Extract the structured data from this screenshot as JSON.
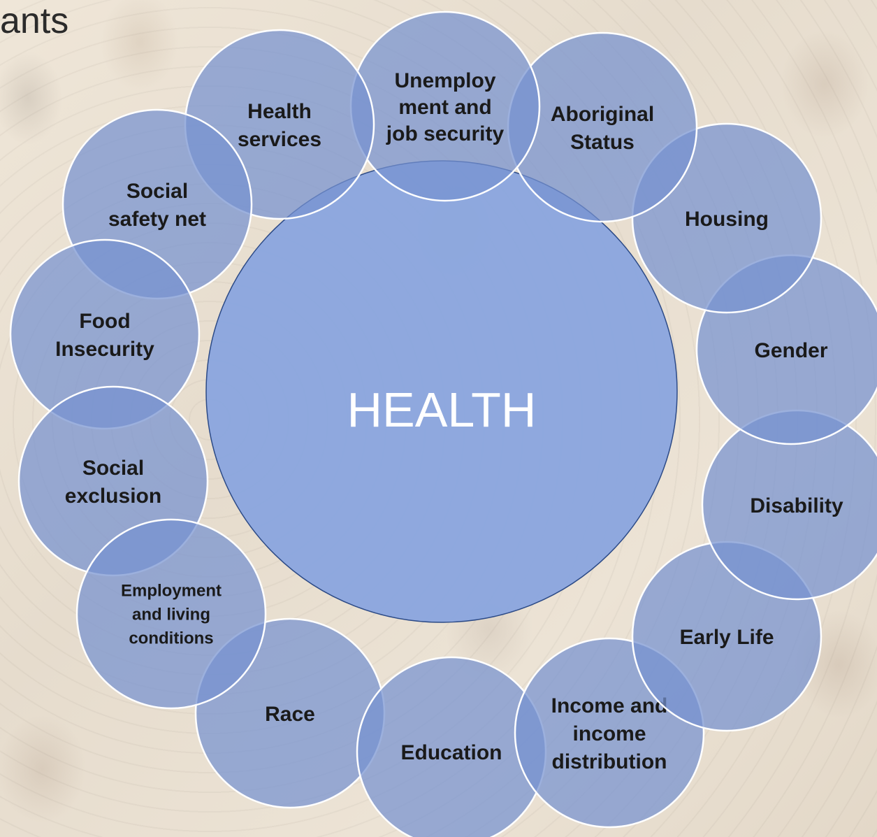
{
  "page": {
    "title_fragment": "ants"
  },
  "center": {
    "label": "HEALTH",
    "fill": "#8BA6DE"
  },
  "determinants": [
    {
      "lines": [
        "Unemploy",
        "ment and",
        "job security"
      ]
    },
    {
      "lines": [
        "Aboriginal",
        "Status"
      ]
    },
    {
      "lines": [
        "Housing"
      ]
    },
    {
      "lines": [
        "Gender"
      ]
    },
    {
      "lines": [
        "Disability"
      ]
    },
    {
      "lines": [
        "Early Life"
      ]
    },
    {
      "lines": [
        "Income and",
        "income",
        "distribution"
      ]
    },
    {
      "lines": [
        "Education"
      ]
    },
    {
      "lines": [
        "Race"
      ]
    },
    {
      "lines": [
        "Employment",
        "and living",
        "conditions"
      ]
    },
    {
      "lines": [
        "Social",
        "exclusion"
      ]
    },
    {
      "lines": [
        "Food",
        "Insecurity"
      ]
    },
    {
      "lines": [
        "Social",
        "safety net"
      ]
    },
    {
      "lines": [
        "Health",
        "services"
      ]
    }
  ],
  "colors": {
    "node_fill": "#7692D0",
    "node_stroke": "#FFFFFF",
    "center_stroke": "#2C4A86"
  }
}
